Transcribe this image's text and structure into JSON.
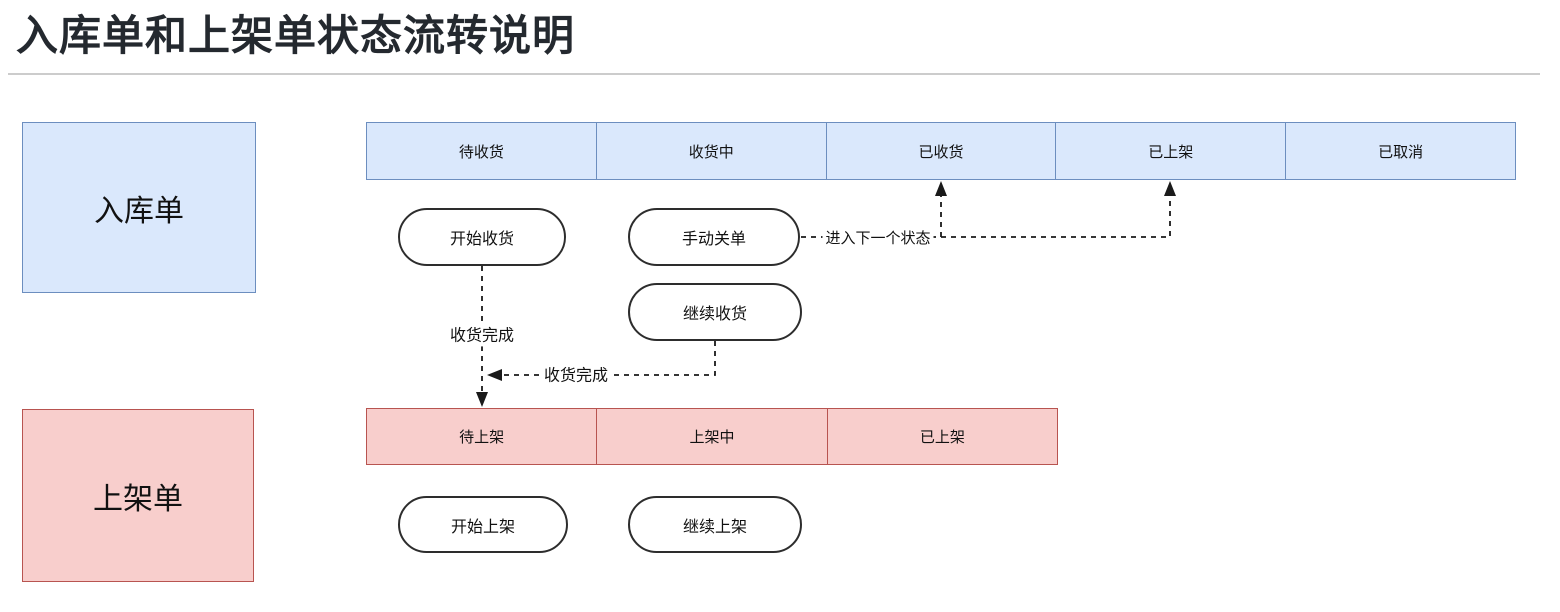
{
  "title": "入库单和上架单状态流转说明",
  "colors": {
    "inbound_fill": "#dae8fc",
    "inbound_border": "#6c8ebf",
    "shelving_fill": "#f8cecc",
    "shelving_border": "#b85450",
    "line": "#1a1a1a",
    "divider": "#cccccc"
  },
  "inbound": {
    "entity": "入库单",
    "statuses": [
      "待收货",
      "收货中",
      "已收货",
      "已上架",
      "已取消"
    ],
    "actions": [
      "开始收货",
      "手动关单",
      "继续收货"
    ]
  },
  "shelving": {
    "entity": "上架单",
    "statuses": [
      "待上架",
      "上架中",
      "已上架"
    ],
    "actions": [
      "开始上架",
      "继续上架"
    ]
  },
  "edge_labels": {
    "next_state": "进入下一个状态",
    "receive_done_1": "收货完成",
    "receive_done_2": "收货完成"
  }
}
